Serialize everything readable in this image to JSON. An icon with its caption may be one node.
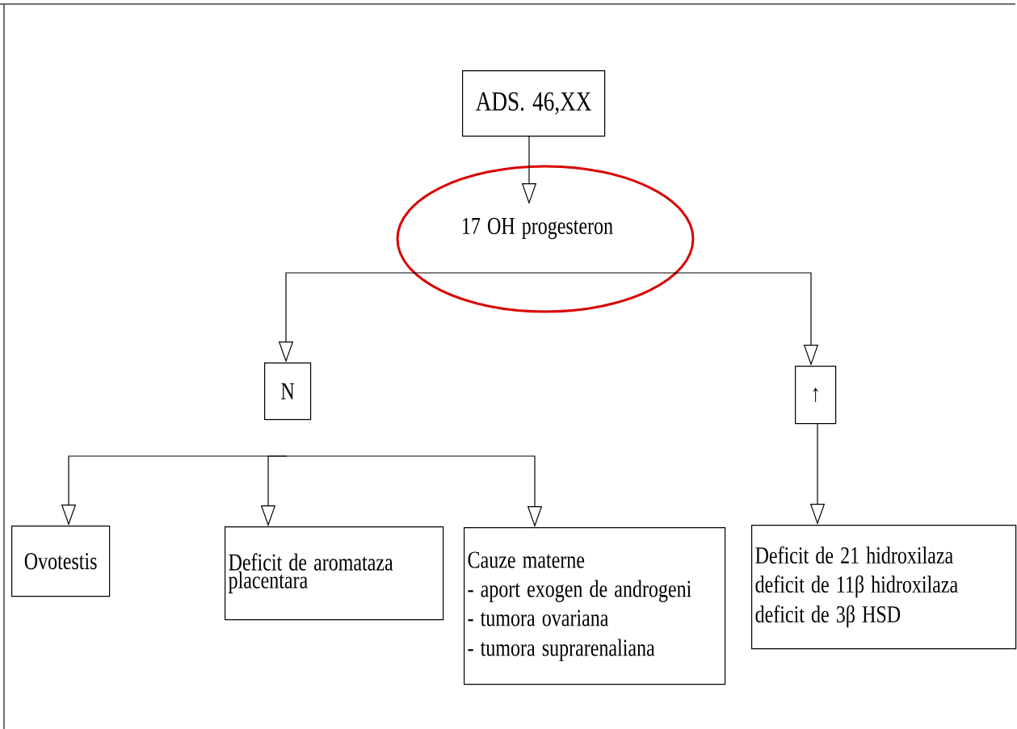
{
  "diagram": {
    "nodes": [
      {
        "text": [
          "ADS. 46,XX"
        ]
      },
      {
        "text": [
          "17 OH progesteron"
        ]
      },
      {
        "text": [
          "N"
        ]
      },
      {
        "text": [
          "↑"
        ]
      },
      {
        "text": [
          "Ovotestis"
        ]
      },
      {
        "text": [
          "Deficit de aromataza placentara"
        ]
      },
      {
        "text": [
          "Cauze materne",
          "- aport exogen de androgeni",
          "- tumora ovariana",
          "- tumora suprarenaliana"
        ]
      },
      {
        "text": [
          "Deficit de 21 hidroxilaza",
          "deficit de 11β hidroxilaza",
          "deficit de 3β HSD"
        ]
      }
    ],
    "edges": [
      {
        "from": 0,
        "to": 1,
        "arrow": "to"
      },
      {
        "from": 1,
        "to": 2,
        "arrow": "to"
      },
      {
        "from": 1,
        "to": 3,
        "arrow": "to"
      },
      {
        "from": 2,
        "to": 4,
        "arrow": "to"
      },
      {
        "from": 2,
        "to": 5,
        "arrow": "to"
      },
      {
        "from": 2,
        "to": 6,
        "arrow": "to"
      },
      {
        "from": 3,
        "to": 7,
        "arrow": "to"
      }
    ]
  }
}
